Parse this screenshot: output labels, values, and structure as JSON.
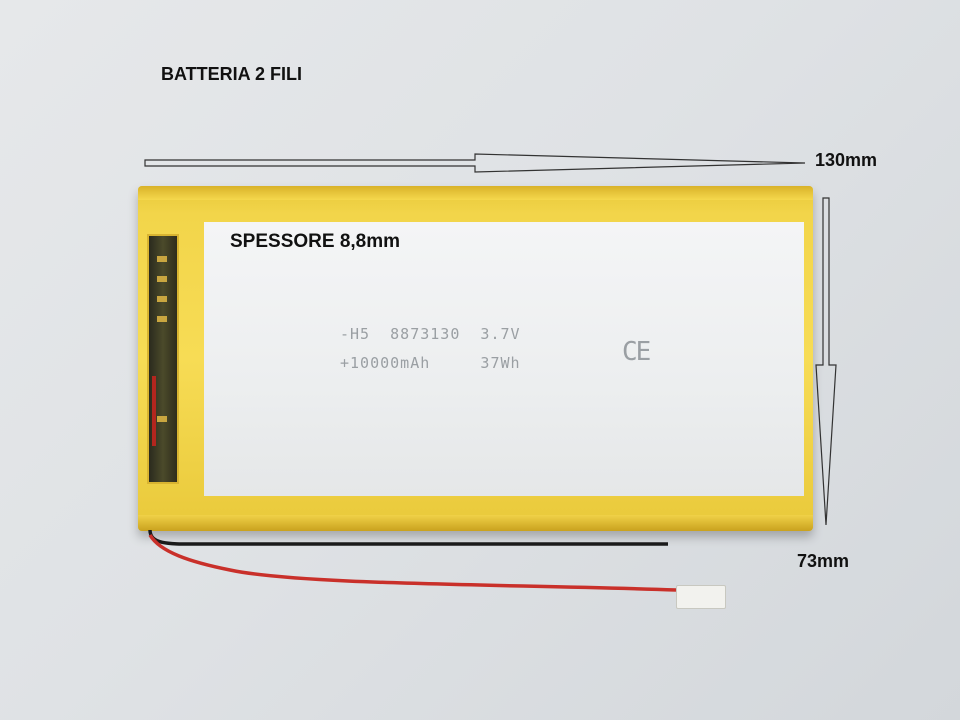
{
  "captions": {
    "title": "BATTERIA 2 FILI",
    "length": "130mm",
    "width": "73mm",
    "thickness": "SPESSORE 8,8mm"
  },
  "battery_label": {
    "line1": "-H5  8873130  3.7V",
    "line2": "+10000mAh     37Wh",
    "mark": "CE"
  },
  "colors": {
    "battery_wrap": "#f2d54a",
    "label_white": "#eff0f1",
    "wire_red": "#c9302a",
    "wire_black": "#1a1a1a"
  }
}
